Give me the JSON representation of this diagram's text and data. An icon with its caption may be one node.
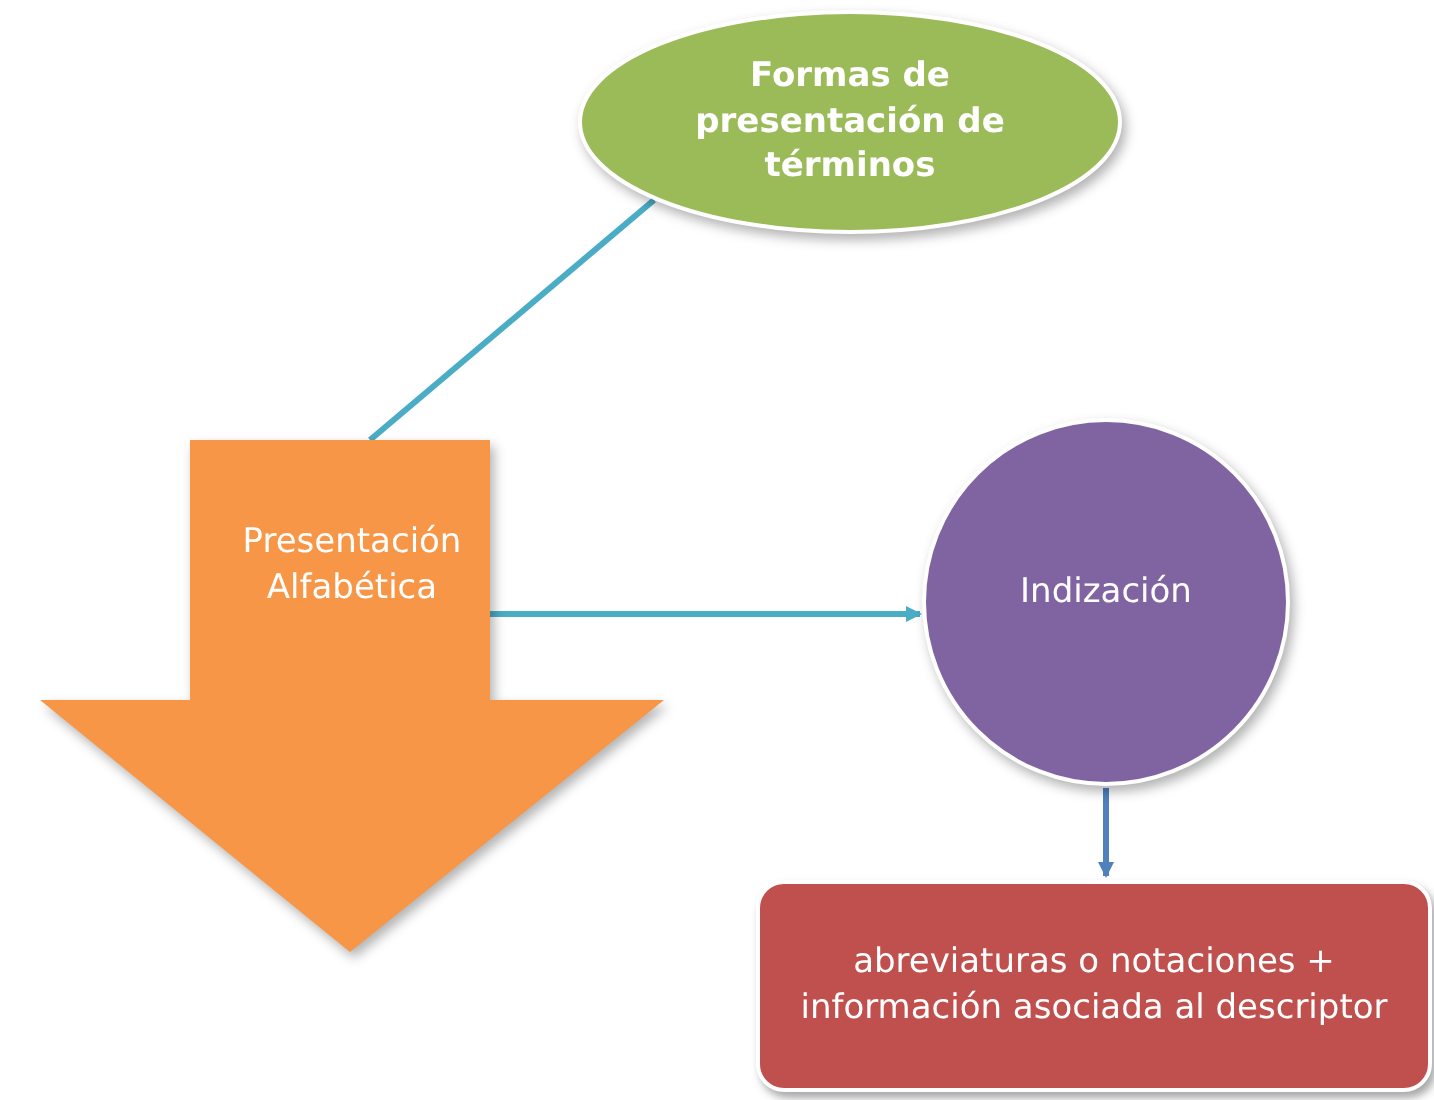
{
  "diagram": {
    "nodes": [
      {
        "text": [
          "Formas de presentación de términos"
        ]
      },
      {
        "text": [
          "Presentación Alfabética"
        ]
      },
      {
        "text": [
          "Indización"
        ]
      },
      {
        "text": [
          "abreviaturas o notaciones + información asociada al descriptor"
        ]
      }
    ],
    "edges": [
      {
        "from": 0,
        "to": 1,
        "arrow": "none"
      },
      {
        "from": 1,
        "to": 2,
        "arrow": "to"
      },
      {
        "from": 2,
        "to": 3,
        "arrow": "to",
        "color": "#4f81bd"
      }
    ]
  }
}
